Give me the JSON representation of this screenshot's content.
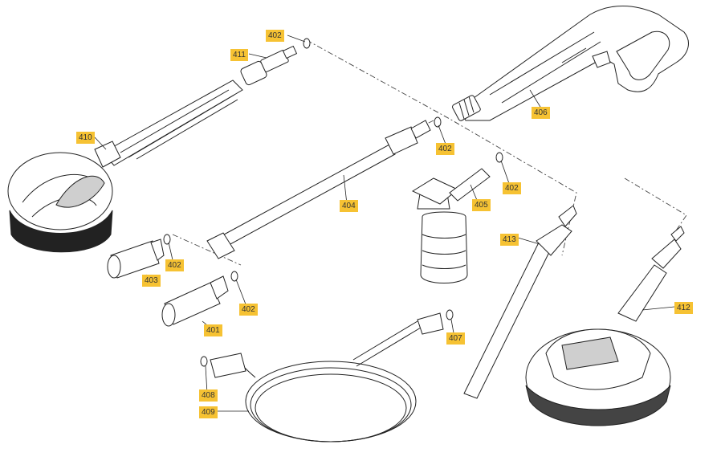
{
  "diagram": {
    "parts": [
      {
        "id": "p401",
        "number": "401"
      },
      {
        "id": "p402a",
        "number": "402"
      },
      {
        "id": "p402b",
        "number": "402"
      },
      {
        "id": "p402c",
        "number": "402"
      },
      {
        "id": "p402d",
        "number": "402"
      },
      {
        "id": "p402e",
        "number": "402"
      },
      {
        "id": "p403",
        "number": "403"
      },
      {
        "id": "p404",
        "number": "404"
      },
      {
        "id": "p405",
        "number": "405"
      },
      {
        "id": "p406",
        "number": "406"
      },
      {
        "id": "p407",
        "number": "407"
      },
      {
        "id": "p408",
        "number": "408"
      },
      {
        "id": "p409",
        "number": "409"
      },
      {
        "id": "p410",
        "number": "410"
      },
      {
        "id": "p411",
        "number": "411"
      },
      {
        "id": "p412",
        "number": "412"
      },
      {
        "id": "p413",
        "number": "413"
      }
    ],
    "colors": {
      "label_bg": "#f6c233",
      "line": "#222222",
      "background": "#ffffff"
    }
  }
}
